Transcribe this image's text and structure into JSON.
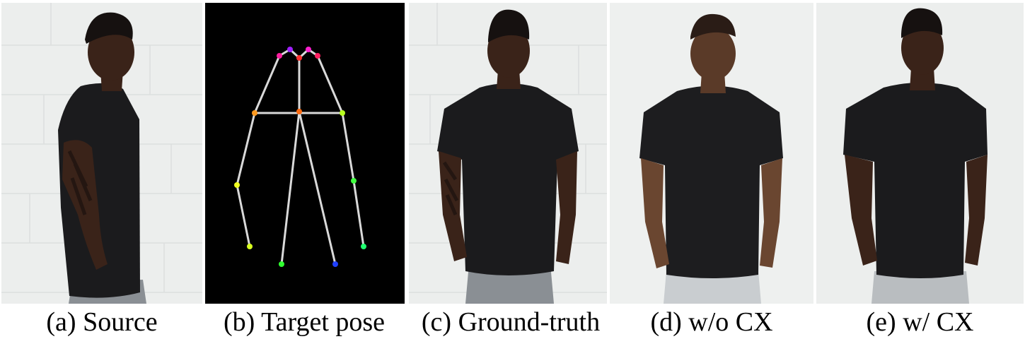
{
  "figure": {
    "panels": [
      {
        "caption": "(a) Source",
        "kind": "photo"
      },
      {
        "caption": "(b) Target pose",
        "kind": "pose"
      },
      {
        "caption": "(c) Ground-truth",
        "kind": "photo"
      },
      {
        "caption": "(d) w/o CX",
        "kind": "photo"
      },
      {
        "caption": "(e) w/ CX",
        "kind": "photo"
      }
    ]
  },
  "colors": {
    "wall": "#eceeed",
    "wall_line": "#dcdfde",
    "shirt": "#1b1b1d",
    "skin": "#3a2319",
    "jeans": "#8a8f94",
    "pose_bg": "#000000",
    "limb": "#d9d9d9"
  }
}
